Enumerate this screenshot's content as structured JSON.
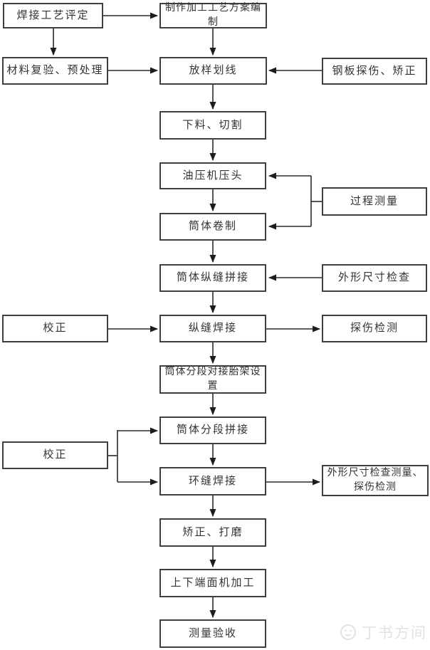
{
  "diagram": {
    "colors": {
      "background": "#ffffff",
      "box_border": "#3f3f3f",
      "text": "#333333",
      "line": "#2a2a2a",
      "watermark": "#e2e2e2"
    },
    "nodes": [
      {
        "id": "welding-procedure-qualification",
        "label": "焊接工艺评定"
      },
      {
        "id": "fabrication-process-plan",
        "label": "制作加工工艺方案编制"
      },
      {
        "id": "material-reinspection-pretreatment",
        "label": "材料复验、预处理"
      },
      {
        "id": "lofting-marking",
        "label": "放样划线"
      },
      {
        "id": "steel-plate-flaw-detection-straightening",
        "label": "钢板探伤、矫正"
      },
      {
        "id": "blanking-cutting",
        "label": "下料、切割"
      },
      {
        "id": "hydraulic-press-head",
        "label": "油压机压头"
      },
      {
        "id": "process-measurement",
        "label": "过程测量"
      },
      {
        "id": "shell-rolling",
        "label": "筒体卷制"
      },
      {
        "id": "shell-longitudinal-seam-fitting",
        "label": "筒体纵缝拼接"
      },
      {
        "id": "dimension-inspection",
        "label": "外形尺寸检查"
      },
      {
        "id": "alignment-1",
        "label": "校正"
      },
      {
        "id": "longitudinal-seam-welding",
        "label": "纵缝焊接"
      },
      {
        "id": "flaw-detection-inspection",
        "label": "探伤检测"
      },
      {
        "id": "shell-section-butt-jig-setup",
        "label": "筒体分段对接胎架设置"
      },
      {
        "id": "shell-section-fitting",
        "label": "筒体分段拼接"
      },
      {
        "id": "alignment-2",
        "label": "校正"
      },
      {
        "id": "circumferential-seam-welding",
        "label": "环缝焊接"
      },
      {
        "id": "dimension-inspection-measurement-flaw-detection",
        "label": "外形尺寸检查测量、探伤检测"
      },
      {
        "id": "straightening-grinding",
        "label": "矫正、打磨"
      },
      {
        "id": "upper-lower-end-face-machining",
        "label": "上下端面机加工"
      },
      {
        "id": "measurement-acceptance",
        "label": "测量验收"
      }
    ],
    "edges": [
      {
        "from": "welding-procedure-qualification",
        "to": "fabrication-process-plan"
      },
      {
        "from": "welding-procedure-qualification",
        "to": "material-reinspection-pretreatment"
      },
      {
        "from": "fabrication-process-plan",
        "to": "lofting-marking"
      },
      {
        "from": "material-reinspection-pretreatment",
        "to": "lofting-marking"
      },
      {
        "from": "steel-plate-flaw-detection-straightening",
        "to": "lofting-marking"
      },
      {
        "from": "lofting-marking",
        "to": "blanking-cutting"
      },
      {
        "from": "blanking-cutting",
        "to": "hydraulic-press-head"
      },
      {
        "from": "hydraulic-press-head",
        "to": "shell-rolling"
      },
      {
        "from": "process-measurement",
        "to": "hydraulic-press-head"
      },
      {
        "from": "process-measurement",
        "to": "shell-rolling"
      },
      {
        "from": "shell-rolling",
        "to": "shell-longitudinal-seam-fitting"
      },
      {
        "from": "dimension-inspection",
        "to": "shell-longitudinal-seam-fitting"
      },
      {
        "from": "shell-longitudinal-seam-fitting",
        "to": "longitudinal-seam-welding"
      },
      {
        "from": "alignment-1",
        "to": "longitudinal-seam-welding"
      },
      {
        "from": "longitudinal-seam-welding",
        "to": "flaw-detection-inspection"
      },
      {
        "from": "longitudinal-seam-welding",
        "to": "shell-section-butt-jig-setup"
      },
      {
        "from": "shell-section-butt-jig-setup",
        "to": "shell-section-fitting"
      },
      {
        "from": "alignment-2",
        "to": "shell-section-fitting"
      },
      {
        "from": "alignment-2",
        "to": "circumferential-seam-welding"
      },
      {
        "from": "shell-section-fitting",
        "to": "circumferential-seam-welding"
      },
      {
        "from": "circumferential-seam-welding",
        "to": "dimension-inspection-measurement-flaw-detection"
      },
      {
        "from": "circumferential-seam-welding",
        "to": "straightening-grinding"
      },
      {
        "from": "straightening-grinding",
        "to": "upper-lower-end-face-machining"
      },
      {
        "from": "upper-lower-end-face-machining",
        "to": "measurement-acceptance"
      }
    ],
    "watermark": {
      "text": "丁书方间"
    }
  }
}
